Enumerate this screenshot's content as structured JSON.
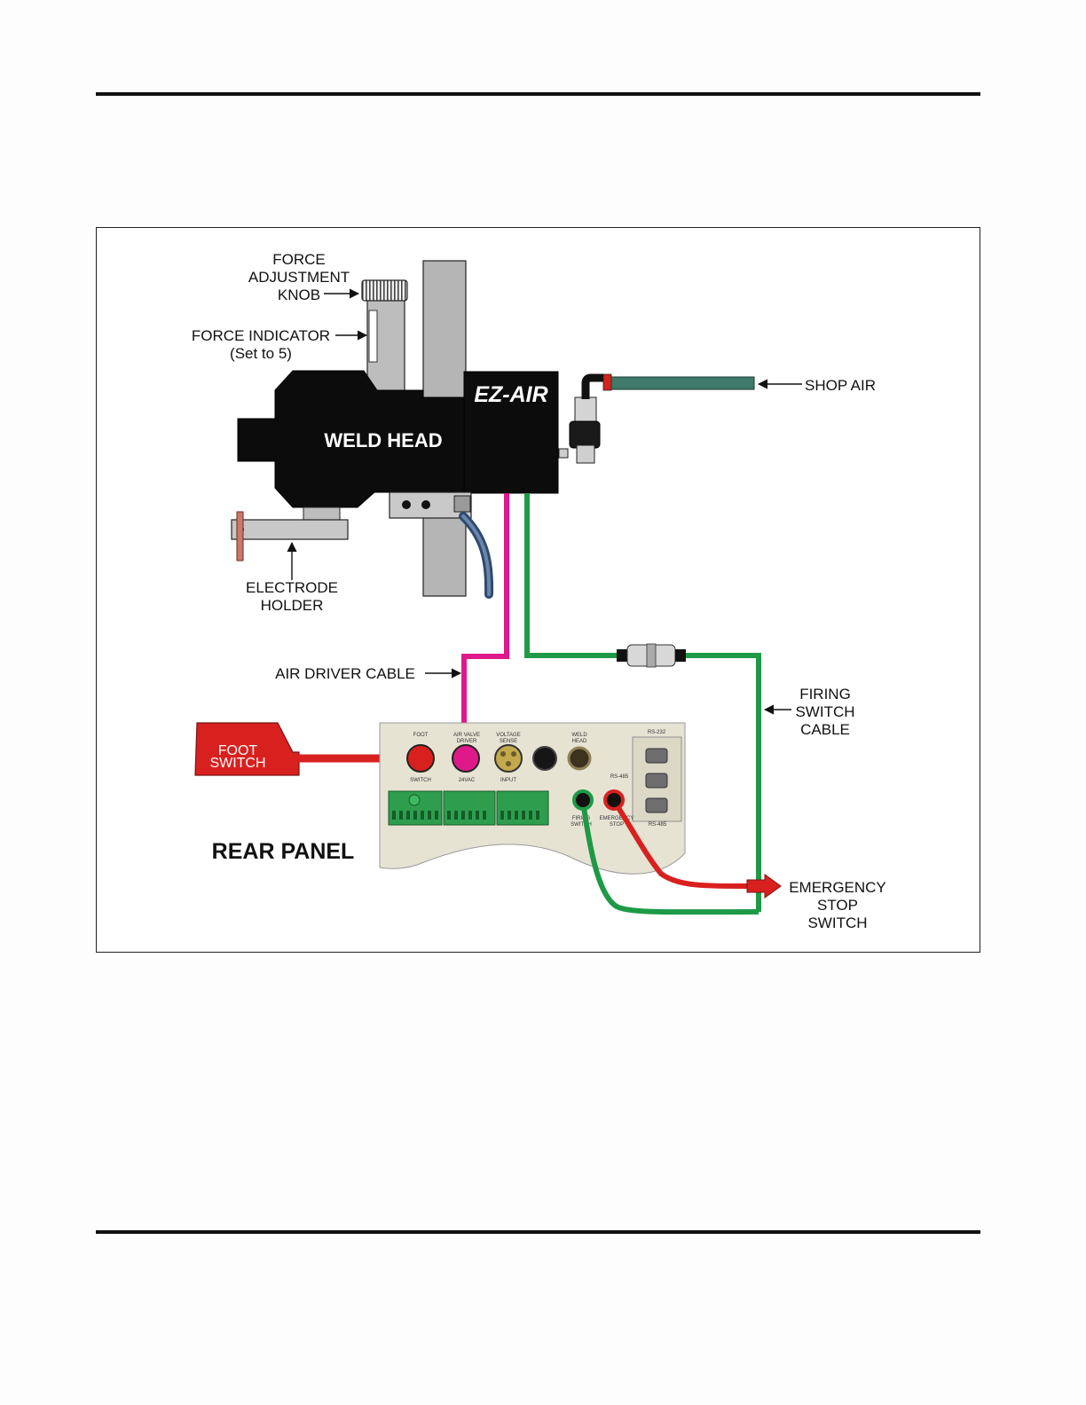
{
  "labels": {
    "force_adjustment_knob": [
      "FORCE",
      "ADJUSTMENT",
      "KNOB"
    ],
    "force_indicator": [
      "FORCE INDICATOR",
      "(Set to 5)"
    ],
    "weld_head": "WELD HEAD",
    "brand": "EZ-AIR",
    "shop_air": "SHOP AIR",
    "electrode_holder": [
      "ELECTRODE",
      "HOLDER"
    ],
    "air_driver_cable": "AIR DRIVER CABLE",
    "firing_switch_cable": [
      "FIRING",
      "SWITCH",
      "CABLE"
    ],
    "foot_switch": [
      "FOOT",
      "SWITCH"
    ],
    "rear_panel": "REAR PANEL",
    "emergency_stop_switch": [
      "EMERGENCY",
      "STOP",
      "SWITCH"
    ]
  },
  "panel_labels": {
    "foot": "FOOT",
    "switch": "SWITCH",
    "air_valve_driver": [
      "AIR VALVE",
      "DRIVER"
    ],
    "vac": "24VAC",
    "voltage_sense": [
      "VOLTAGE",
      "SENSE"
    ],
    "input": "INPUT",
    "weld_head": [
      "WELD",
      "HEAD"
    ],
    "rs232": "RS-232",
    "rs485_a": "RS-485",
    "rs485_b": "RS-485",
    "firing_switch": [
      "FIRING",
      "SWITCH"
    ],
    "emergency_stop": [
      "EMERGENCY",
      "STOP"
    ]
  },
  "colors": {
    "air_driver_cable": "#e0198a",
    "firing_switch_cable": "#1e9a46",
    "foot_switch": "#d8211f",
    "emergency_stop_wire": "#d8211f",
    "shop_air_hose": "#3f7a6a",
    "weld_head_body": "#0c0c0c",
    "panel": "#e7e3d3"
  }
}
